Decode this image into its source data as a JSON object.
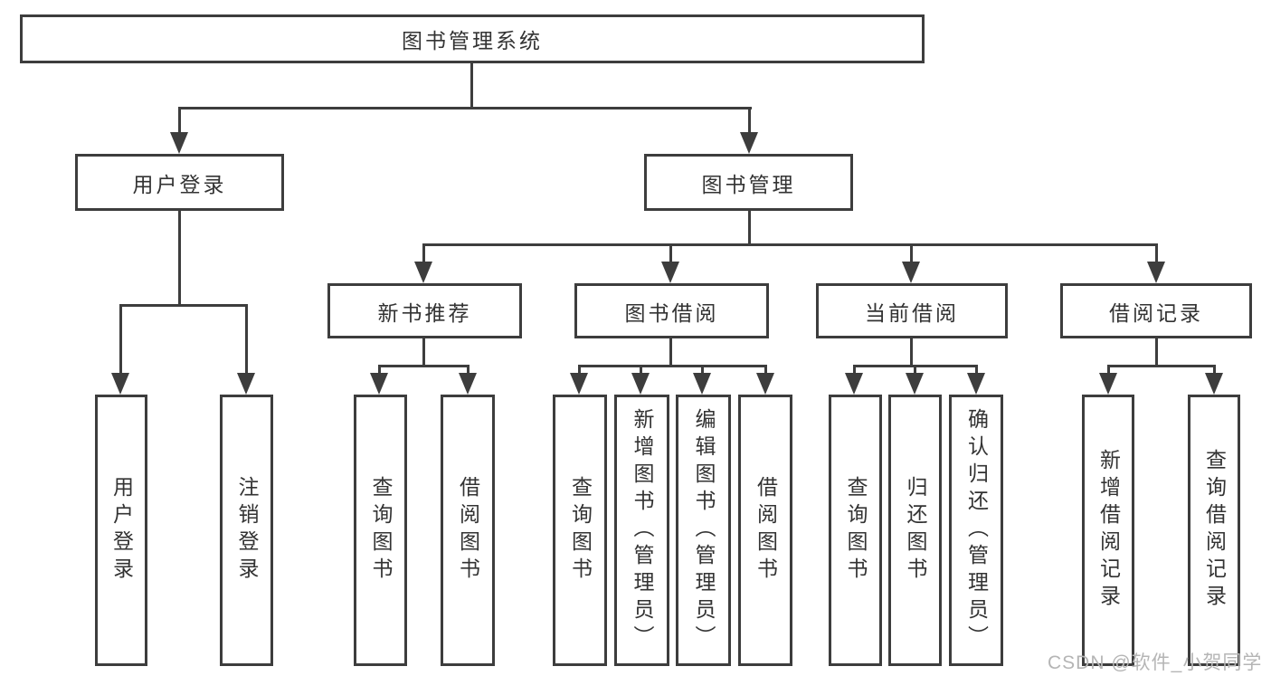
{
  "tree": {
    "root": {
      "label": "图书管理系统",
      "children": [
        {
          "label": "用户登录",
          "children": [
            {
              "label": "用户登录"
            },
            {
              "label": "注销登录"
            }
          ]
        },
        {
          "label": "图书管理",
          "children": [
            {
              "label": "新书推荐",
              "children": [
                {
                  "label": "查询图书"
                },
                {
                  "label": "借阅图书"
                }
              ]
            },
            {
              "label": "图书借阅",
              "children": [
                {
                  "label": "查询图书"
                },
                {
                  "label": "新增图书（管理员）"
                },
                {
                  "label": "编辑图书（管理员）"
                },
                {
                  "label": "借阅图书"
                }
              ]
            },
            {
              "label": "当前借阅",
              "children": [
                {
                  "label": "查询图书"
                },
                {
                  "label": "归还图书"
                },
                {
                  "label": "确认归还（管理员）"
                }
              ]
            },
            {
              "label": "借阅记录",
              "children": [
                {
                  "label": "新增借阅记录"
                },
                {
                  "label": "查询借阅记录"
                }
              ]
            }
          ]
        }
      ]
    }
  },
  "watermark": "CSDN @软件_小贺同学",
  "colors": {
    "background": "#ffffff",
    "box_border": "#3d3d3d",
    "connector": "#3d3d3d",
    "text": "#333333",
    "watermark": "#b5b5b5"
  }
}
